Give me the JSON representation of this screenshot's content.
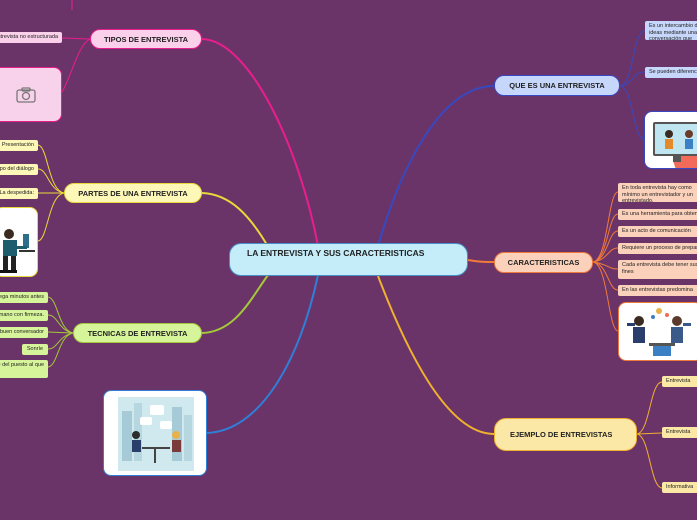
{
  "center": {
    "title": "LA ENTREVISTA Y SUS CARACTERISTICAS"
  },
  "colors": {
    "background": "#6b3468",
    "pink": "#e91e8c",
    "yellow": "#e8d93a",
    "green": "#a4c83a",
    "blue": "#2f7fd8",
    "navy": "#3848c0",
    "orange": "#f07a3a",
    "amber": "#f0b030"
  },
  "branches": {
    "tipos": {
      "label": "TIPOS DE ENTREVISTA",
      "items": [
        "Entrevista no estructurada"
      ],
      "image_icon": "camera-icon"
    },
    "partes": {
      "label": "PARTES DE UNA ENTREVISTA",
      "items": [
        "Presentación",
        "Cuerpo del diálogo",
        "La despedida:"
      ]
    },
    "tecnicas": {
      "label": "TECNICAS DE ENTREVISTA",
      "items": [
        "Llega minutos antes",
        "Da la mano con firmeza.",
        "Sé un buen conversador",
        "Sonríe",
        "Infórmate del puesto al que"
      ]
    },
    "que_es": {
      "label": "QUE ES UNA ENTREVISTA",
      "items": [
        "Es un intercambio de ideas mediante una conversación que",
        "Se pueden diferenciar"
      ]
    },
    "caracteristicas": {
      "label": "CARACTERISTICAS",
      "items": [
        "En toda entrevista hay como mínimo un entrevistador y un entrevistado.",
        "Es una herramienta para obtener",
        "Es un acto de comunicación",
        "Requiere un proceso de preparación",
        "Cada entrevista debe tener sus fines",
        "En las entrevistas predomina"
      ]
    },
    "ejemplo": {
      "label": "EJEMPLO DE ENTREVISTAS",
      "items": [
        "Entrevista",
        "Entrevista",
        "Informativa"
      ]
    }
  }
}
